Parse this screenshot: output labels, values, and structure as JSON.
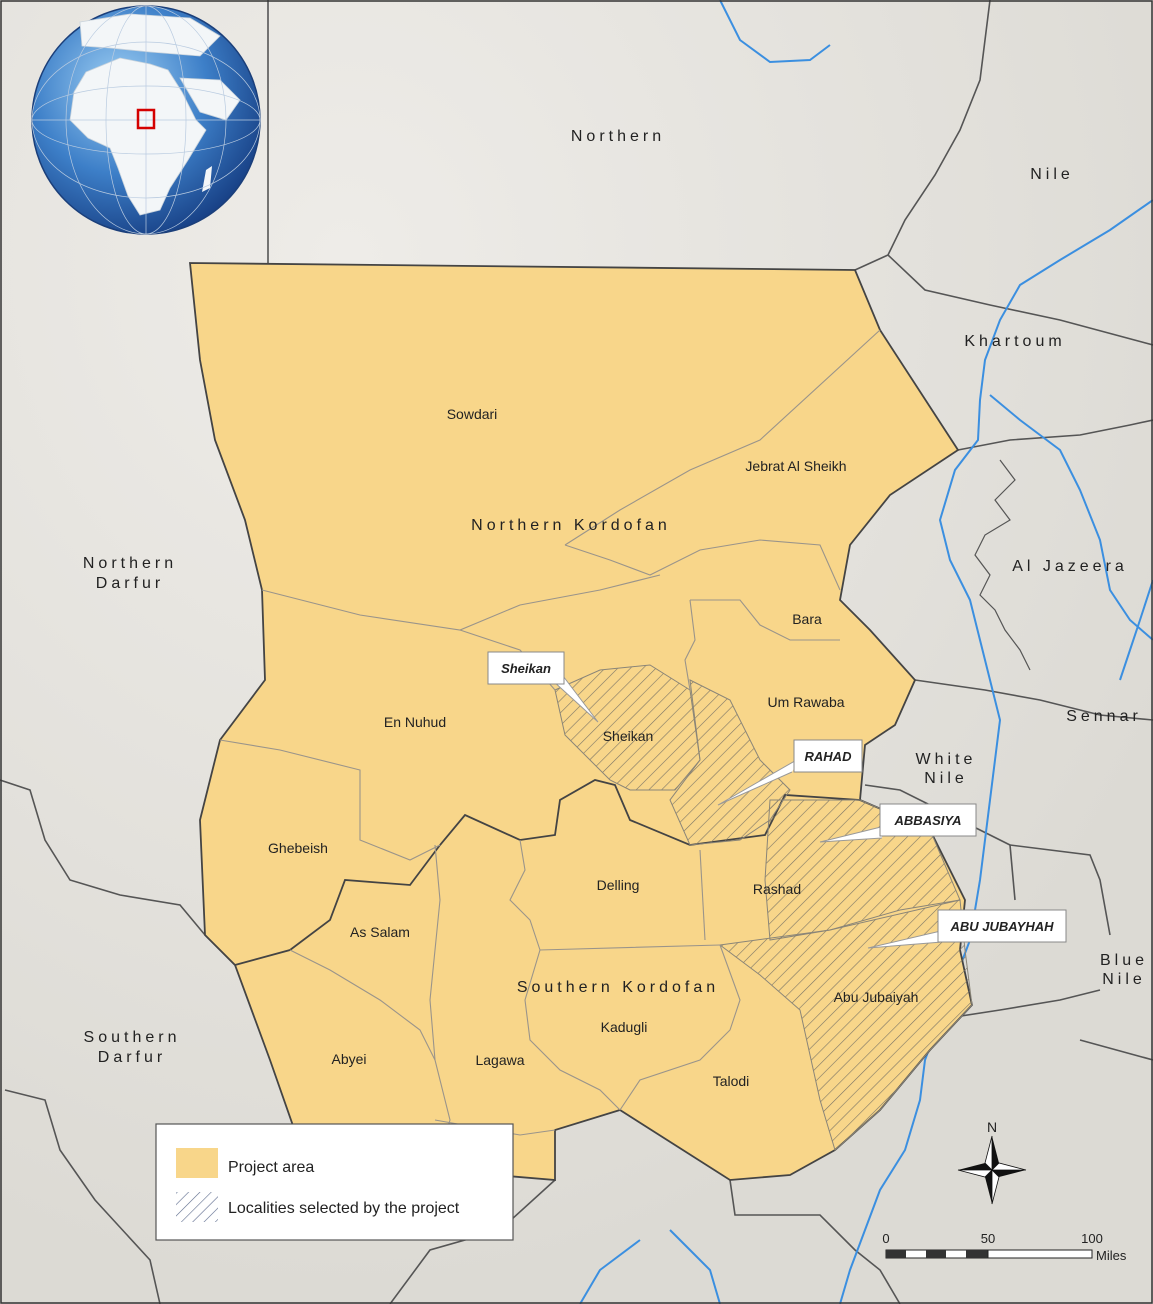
{
  "regions": {
    "northern": "Northern",
    "nile": "Nile",
    "khartoum": "Khartoum",
    "al_jazeera": "Al Jazeera",
    "sennar": "Sennar",
    "white_nile": [
      "White",
      "Nile"
    ],
    "blue_nile": [
      "Blue",
      "Nile"
    ],
    "northern_darfur": [
      "Northern",
      "Darfur"
    ],
    "southern_darfur": [
      "Southern",
      "Darfur"
    ],
    "northern_kordofan": "Northern Kordofan",
    "southern_kordofan": "Southern Kordofan"
  },
  "localities": {
    "sowdari": "Sowdari",
    "jebrat_al_sheikh": "Jebrat Al Sheikh",
    "bara": "Bara",
    "um_rawaba": "Um Rawaba",
    "en_nuhud": "En Nuhud",
    "sheikan": "Sheikan",
    "ghebeish": "Ghebeish",
    "as_salam": "As Salam",
    "delling": "Delling",
    "rashad": "Rashad",
    "abu_jubaiyah": "Abu Jubaiyah",
    "kadugli": "Kadugli",
    "lagawa": "Lagawa",
    "abyei": "Abyei",
    "talodi": "Talodi"
  },
  "callouts": {
    "sheikan": "Sheikan",
    "rahad": "RAHAD",
    "abbasiya": "ABBASIYA",
    "abu_jubayhah": "ABU JUBAYHAH"
  },
  "legend": {
    "project_area": "Project area",
    "localities_selected": "Localities selected by the project"
  },
  "north_arrow": {
    "label": "N"
  },
  "scale_bar": {
    "ticks": [
      "0",
      "50",
      "100"
    ],
    "unit": "Miles"
  },
  "colors": {
    "project_area": "#f8d68a",
    "background": "#e6e4df",
    "river": "#3b8fe0",
    "boundary": "#555555",
    "locator_box": "#d40000"
  }
}
